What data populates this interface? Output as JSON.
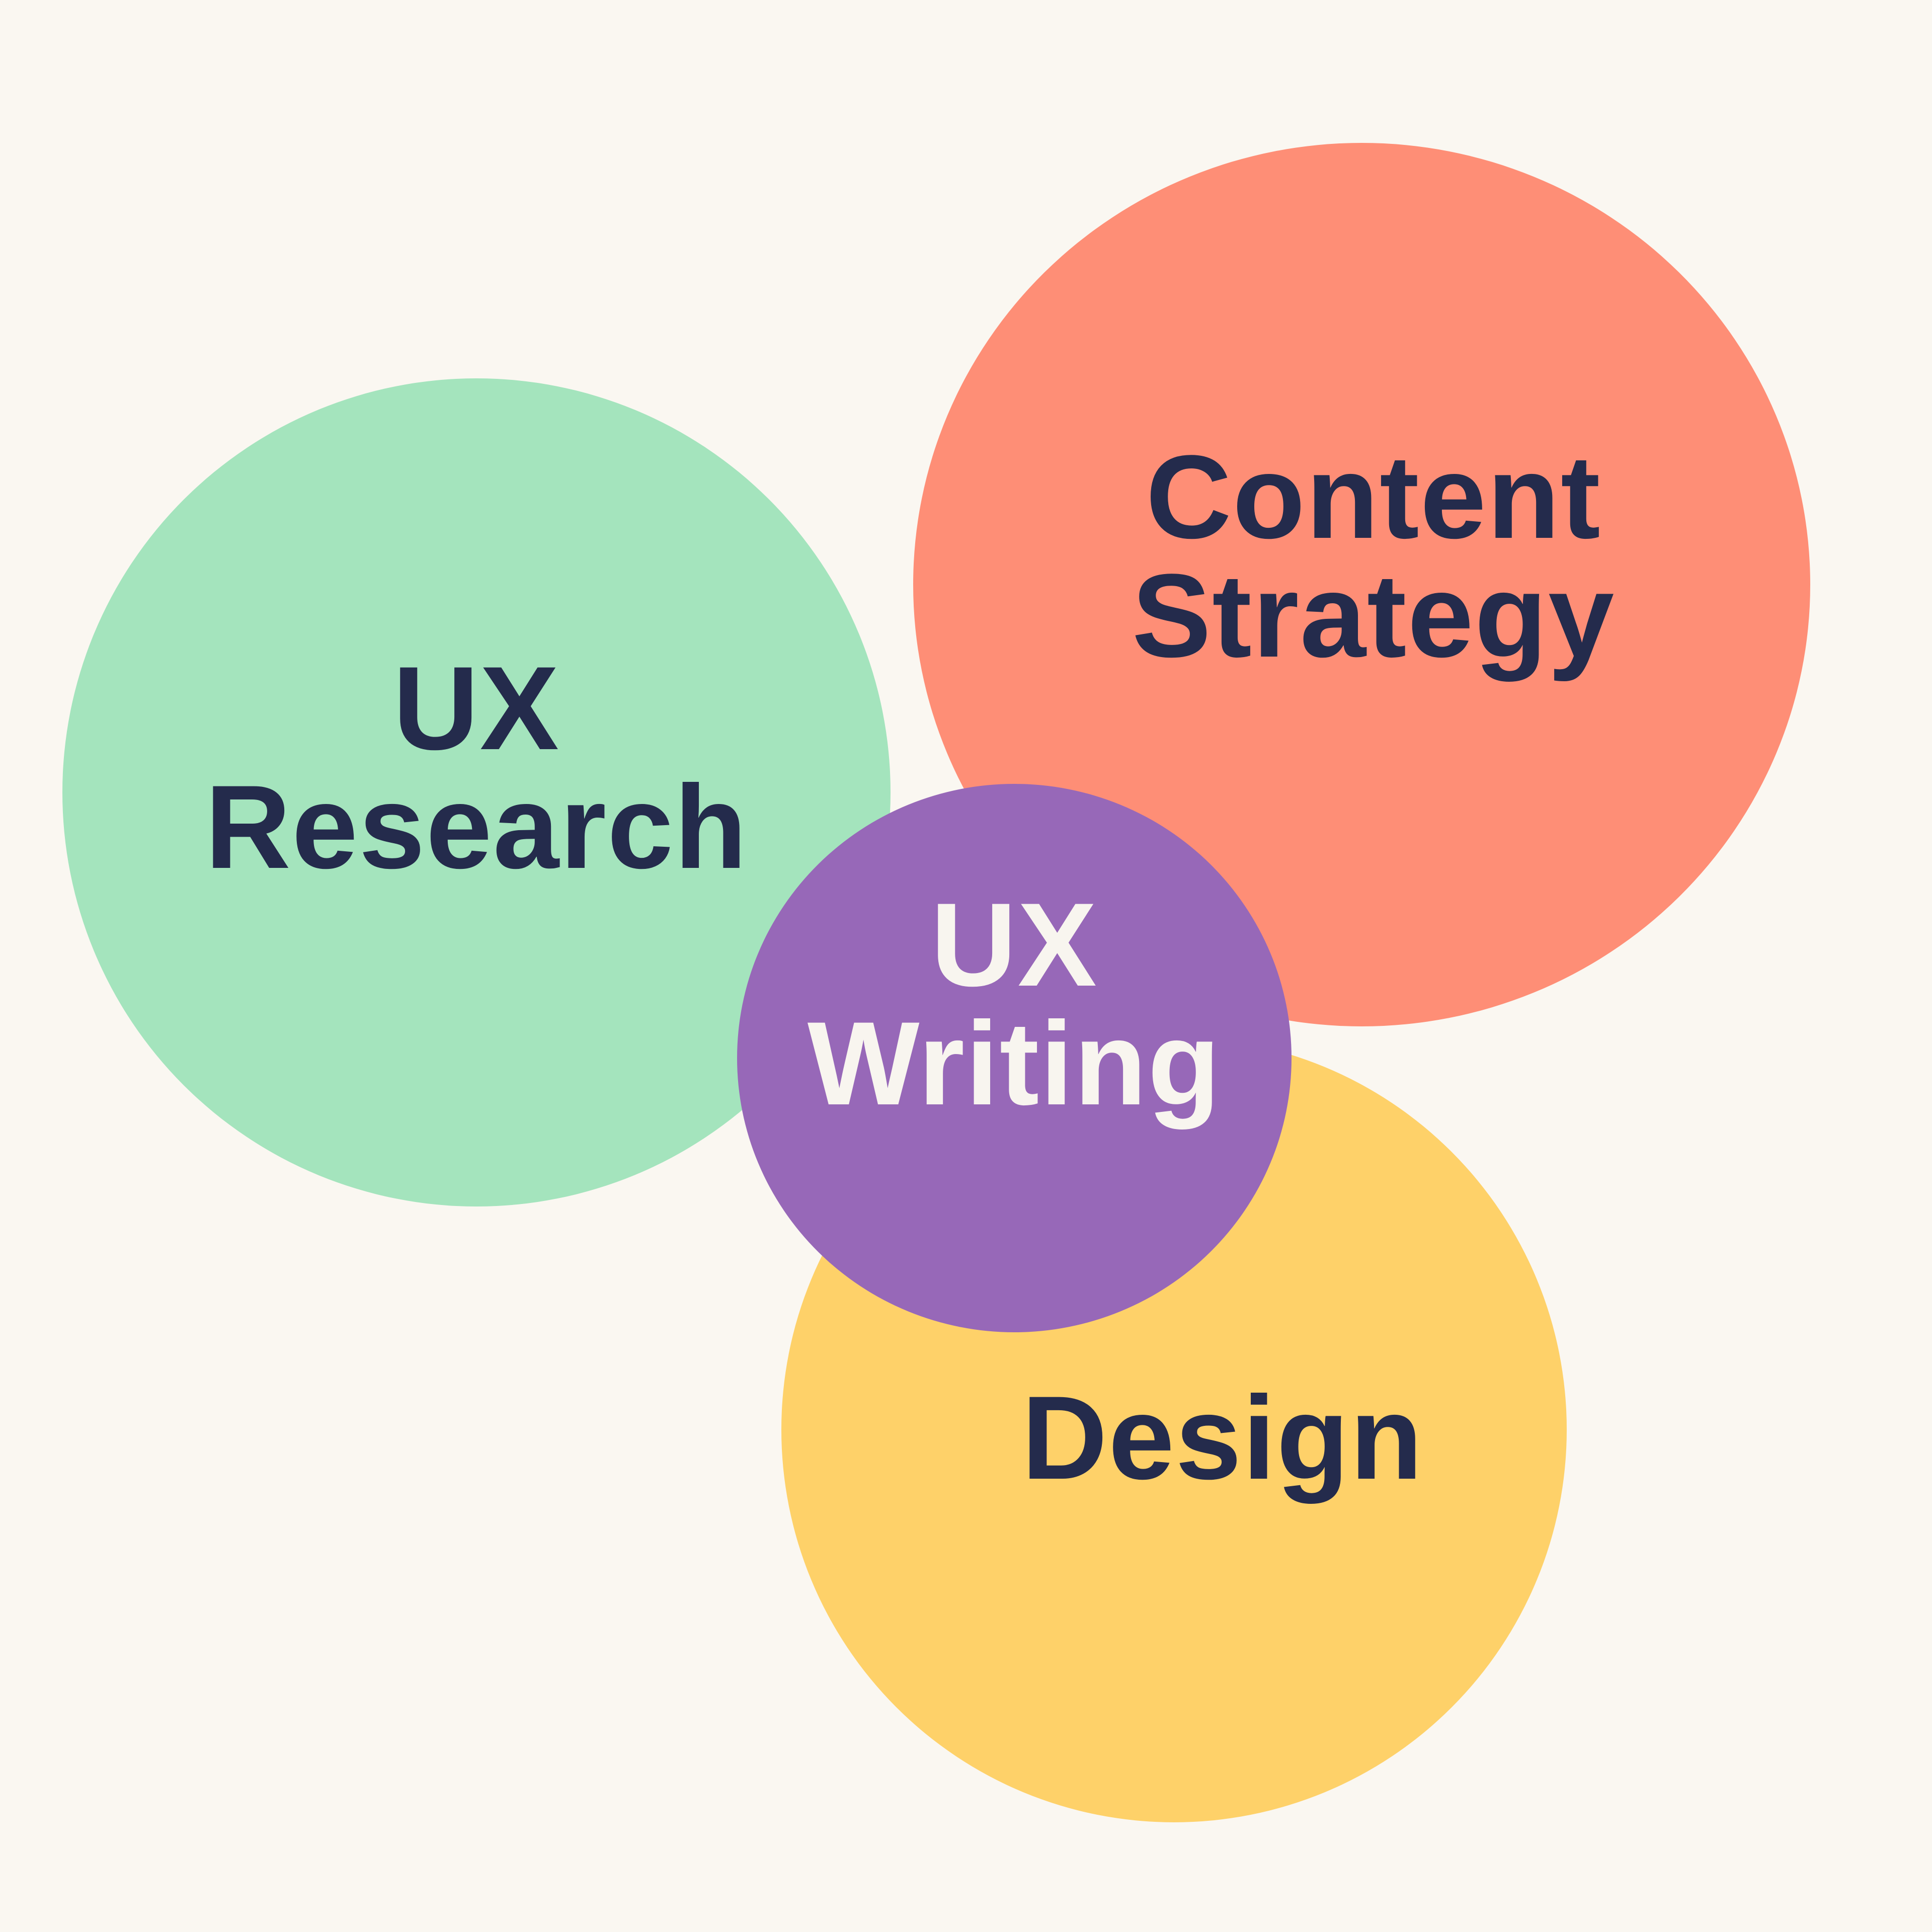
{
  "diagram": {
    "type": "overlapping-circles",
    "background": "#faf7f1",
    "circles": [
      {
        "id": "ux-research",
        "label": "UX\nResearch",
        "fill": "#a4e4bd",
        "text_color": "#242b4c"
      },
      {
        "id": "content-strategy",
        "label": "Content\nStrategy",
        "fill": "#fe8e76",
        "text_color": "#242b4c"
      },
      {
        "id": "design",
        "label": "Design",
        "fill": "#fed169",
        "text_color": "#242b4c"
      },
      {
        "id": "ux-writing",
        "label": "UX\nWriting",
        "fill": "#9768b8",
        "text_color": "#f8f5ef"
      }
    ]
  }
}
